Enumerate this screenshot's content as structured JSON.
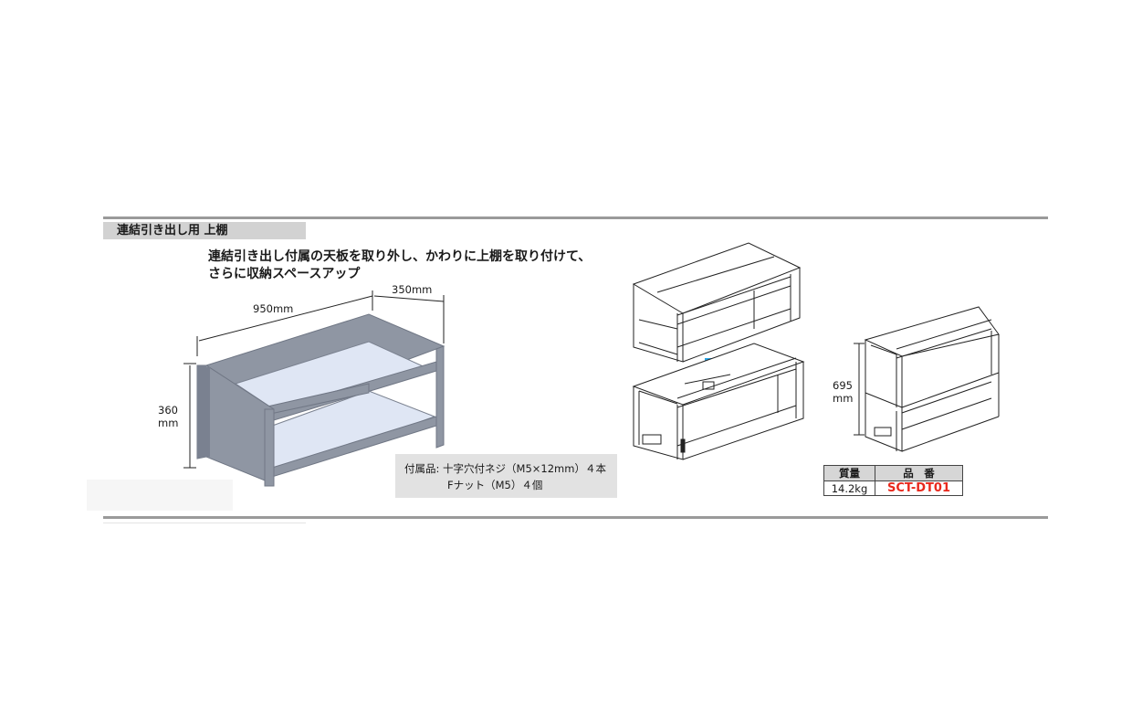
{
  "section": {
    "title": "連結引き出し用 上棚",
    "headline_line1": "連結引き出し付属の天板を取り外し、かわりに上棚を取り付けて、",
    "headline_line2": "さらに収納スペースアップ"
  },
  "dimensions": {
    "width": "950mm",
    "depth": "350mm",
    "height_value": "360",
    "height_unit": "mm",
    "assembled_height_value": "695",
    "assembled_height_unit": "mm"
  },
  "accessories": {
    "label": "付属品:",
    "item1": "十字穴付ネジ（M5×12mm）４本",
    "item2": "Fナット（M5）４個"
  },
  "spec_table": {
    "header_weight": "質量",
    "header_code": "品　番",
    "weight": "14.2kg",
    "code": "SCT-DT01"
  },
  "colors": {
    "rule": "#9a9a9a",
    "header_bg": "#d2d2d2",
    "shelf_frame": "#8f96a3",
    "shelf_surface": "#dfe6f4",
    "arrow": "#2aa7e8",
    "code_red": "#e8281c"
  }
}
